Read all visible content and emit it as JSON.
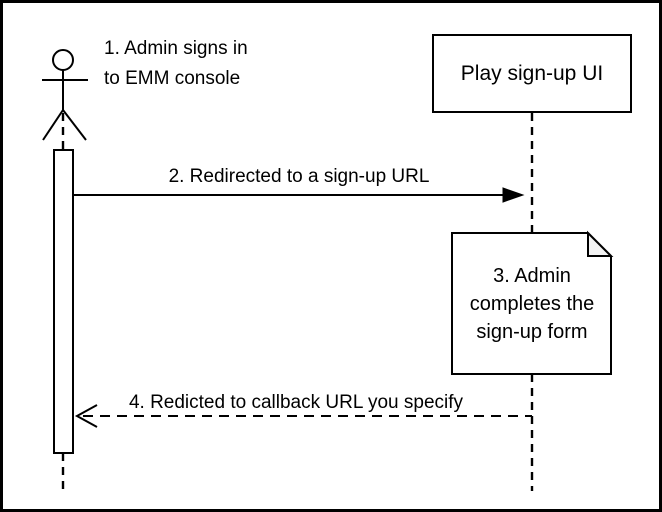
{
  "diagram": {
    "kind": "sequence-diagram",
    "participants": [
      {
        "id": "admin",
        "shape": "actor",
        "label": "1. Admin signs in\nto EMM console"
      },
      {
        "id": "play-signup-ui",
        "shape": "rectangle",
        "label": "Play sign-up UI"
      }
    ],
    "messages": [
      {
        "step": 2,
        "from": "admin",
        "to": "play-signup-ui",
        "line": "solid",
        "arrowhead": "filled",
        "label": "2. Redirected to a sign-up URL"
      },
      {
        "step": 4,
        "from": "play-signup-ui",
        "to": "admin",
        "line": "dashed",
        "arrowhead": "open",
        "label": "4. Redicted to callback URL you specify"
      }
    ],
    "note": {
      "step": 3,
      "attached_to": "play-signup-ui",
      "label": "3. Admin\ncompletes the\nsign-up form"
    },
    "colors": {
      "stroke": "#000000",
      "background": "#ffffff",
      "shape_fill": "#ffffff",
      "note_fold_fill": "#f2f2f2"
    }
  }
}
